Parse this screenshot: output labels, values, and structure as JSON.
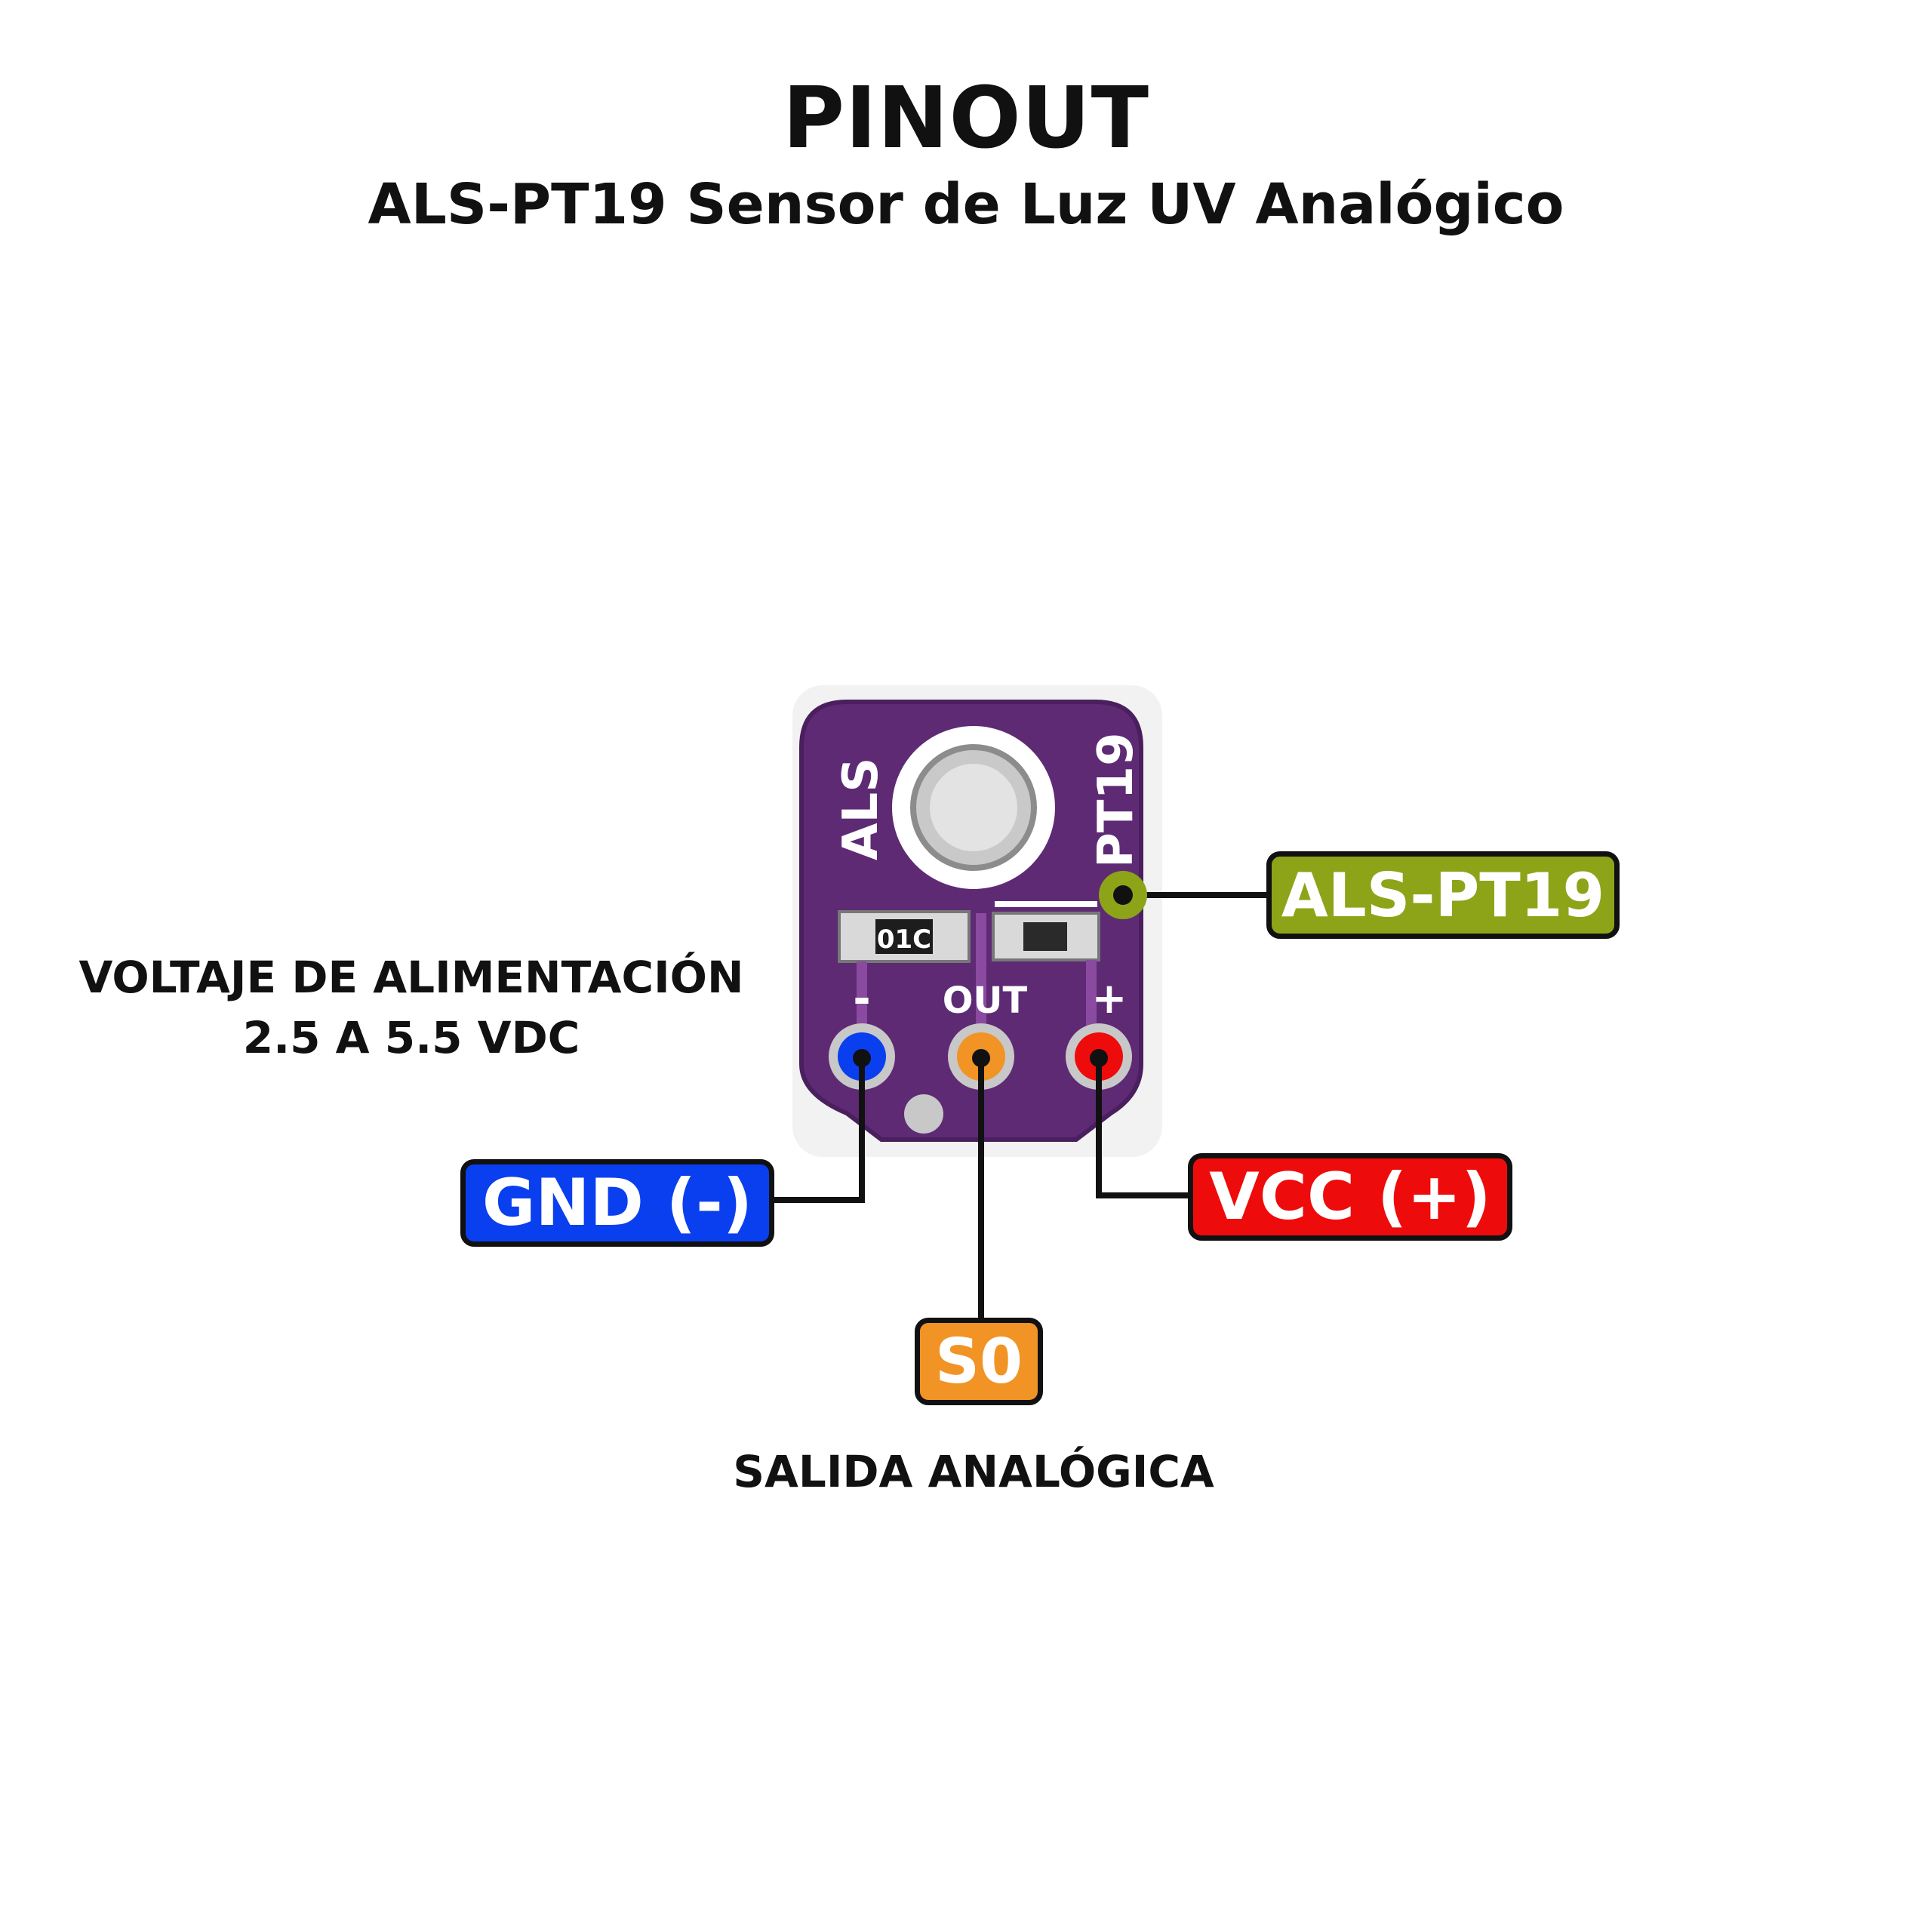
{
  "title": "PINOUT",
  "subtitle": "ALS-PT19 Sensor de Luz UV Analógico",
  "notes": {
    "voltage_line1": "VOLTAJE DE ALIMENTACIÓN",
    "voltage_line2": "2.5 A 5.5 VDC",
    "output": "SALIDA ANALÓGICA"
  },
  "board": {
    "silk_left": "ALS",
    "silk_right": "PT19",
    "silk_resistor": "01C",
    "silk_out": "OUT",
    "silk_plus": "+",
    "silk_minus": "-"
  },
  "pins": {
    "sensor": {
      "label": "ALS-PT19",
      "color": "#8da418"
    },
    "gnd": {
      "label": "GND (-)",
      "color": "#0a3ff0"
    },
    "vcc": {
      "label": "VCC (+)",
      "color": "#ee0b0b"
    },
    "out": {
      "label": "S0",
      "color": "#f19325"
    }
  },
  "colors": {
    "pcb": "#5e2a74",
    "pcb_edge": "#4a1f5e",
    "pad": "#c8c8c8"
  }
}
